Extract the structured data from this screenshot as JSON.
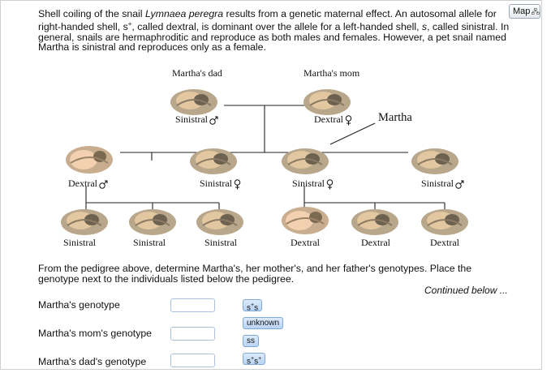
{
  "map_button": {
    "label": "Map"
  },
  "intro": {
    "p1": "Shell coiling of the snail ",
    "species": "Lymnaea peregra",
    "p2": " results from a genetic maternal effect. An autosomal allele for right-handed shell, s",
    "sup1": "+",
    "p3": ", called dextral, is dominant over the allele for a left-handed shell, ",
    "s_italic": "s",
    "p4": ", called sinistral. In general, snails are hermaphroditic and reproduce as both males and females. However, a pet snail named Martha is sinistral and reproduces only as a female."
  },
  "pedigree": {
    "dad_label": "Martha's dad",
    "mom_label": "Martha's mom",
    "martha_label": "Martha",
    "dad_phenotype": "Sinistral",
    "mom_phenotype": "Dextral",
    "gen2": [
      {
        "phenotype": "Dextral",
        "sex": "male"
      },
      {
        "phenotype": "Sinistral",
        "sex": "female"
      },
      {
        "phenotype": "Sinistral",
        "sex": "female"
      },
      {
        "phenotype": "Sinistral",
        "sex": "male"
      }
    ],
    "gen3": [
      "Sinistral",
      "Sinistral",
      "Sinistral",
      "Dextral",
      "Dextral",
      "Dextral"
    ]
  },
  "question": {
    "text": "From the pedigree above, determine Martha's, her mother's, and her father's genotypes. Place the genotype next to the individuals listed below the pedigree.",
    "continued": "Continued below ..."
  },
  "rows": [
    {
      "label": "Martha's genotype",
      "value": ""
    },
    {
      "label": "Martha's mom's genotype",
      "value": ""
    },
    {
      "label": "Martha's dad's genotype",
      "value": ""
    }
  ],
  "tiles": [
    {
      "base": "s",
      "sup": "+",
      "tail": "s"
    },
    {
      "text": "unknown"
    },
    {
      "text": "ss"
    },
    {
      "base": "s",
      "sup": "+",
      "tail": "s",
      "sup2": "+"
    }
  ]
}
